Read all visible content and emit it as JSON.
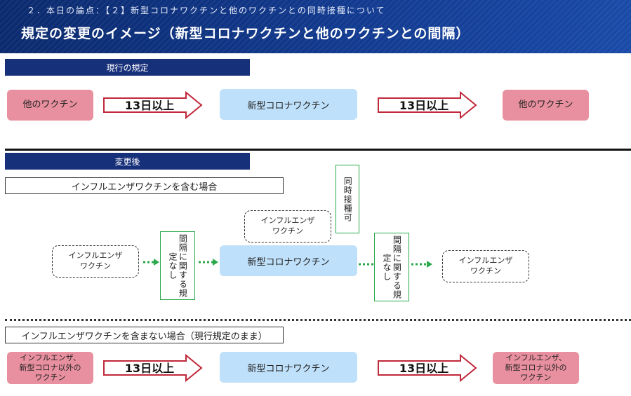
{
  "header": {
    "subtitle": "２．本日の論点：【２】新型コロナワクチンと他のワクチンとの同時接種について",
    "title": "規定の変更のイメージ（新型コロナワクチンと他のワクチンとの間隔）"
  },
  "current": {
    "bar_label": "現行の規定",
    "box_left": "他のワクチン",
    "arrow1": "13日以上",
    "box_center": "新型コロナワクチン",
    "arrow2": "13日以上",
    "box_right": "他のワクチン"
  },
  "after": {
    "bar_label": "変更後",
    "case1": {
      "label": "インフルエンザワクチンを含む場合",
      "flu_left": "インフルエンザ\nワクチン",
      "gap_left": "間隔に関する規定なし",
      "flu_top": "インフルエンザ\nワクチン",
      "simultaneous": "同時接種可",
      "covid": "新型コロナワクチン",
      "gap_right": "間隔に関する規定なし",
      "flu_right": "インフルエンザ\nワクチン"
    },
    "case2": {
      "label": "インフルエンザワクチンを含まない場合（現行規定のまま）",
      "box_left": "インフルエンザ、\n新型コロナ以外の\nワクチン",
      "arrow1": "13日以上",
      "covid": "新型コロナワクチン",
      "arrow2": "13日以上",
      "box_right": "インフルエンザ、\n新型コロナ以外の\nワクチン"
    }
  },
  "colors": {
    "header_bg": "#123a8f",
    "navy_bar": "#17307a",
    "pink": "#e8909f",
    "light_blue": "#bfe0fa",
    "red_arrow": "#c0283a",
    "green": "#2aa84a"
  }
}
